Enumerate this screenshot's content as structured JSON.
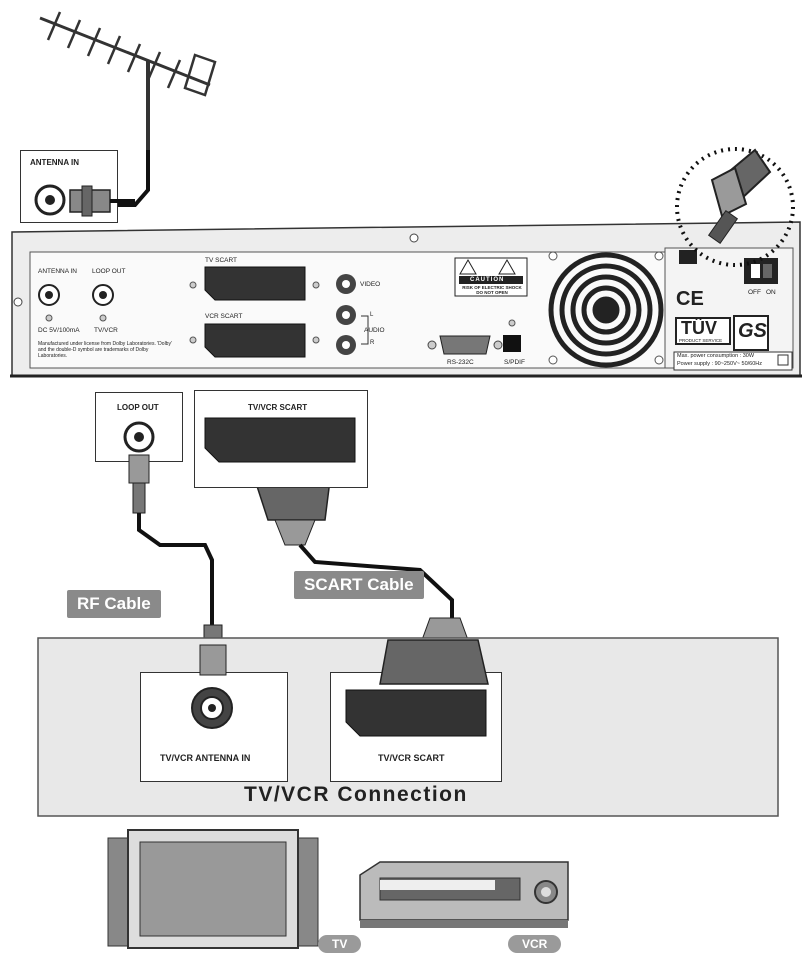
{
  "antenna_box": {
    "label": "ANTENNA IN"
  },
  "panel": {
    "antenna_in": "ANTENNA IN",
    "loop_out": "LOOP OUT",
    "dc_power": "DC 5V/100mA",
    "tv_vcr": "TV/VCR",
    "dolby_note": "Manufactured under license from Dolby Laboratories. 'Dolby' and the double-D symbol are trademarks of Dolby Laboratories.",
    "tv_scart": "TV SCART",
    "vcr_scart": "VCR SCART",
    "video": "VIDEO",
    "audio": "AUDIO",
    "audio_l": "L",
    "audio_r": "R",
    "caution_title": "CAUTION",
    "caution_text": "RISK OF ELECTRIC SHOCK DO NOT OPEN",
    "rs232c": "RS-232C",
    "spdif": "S/PDIF",
    "ce_mark": "CE",
    "tuv": "TÜV",
    "tuv_sub": "PRODUCT SERVICE",
    "gs": "GS",
    "power_consumption": "Max. power consumption : 30W",
    "power_supply": "Power supply : 90~250V~ 50/60Hz",
    "switch_off": "OFF",
    "switch_on": "ON"
  },
  "loop_out_box": {
    "label": "LOOP OUT"
  },
  "tvvcr_scart_box": {
    "label": "TV/VCR SCART"
  },
  "rf_cable": {
    "label": "RF Cable"
  },
  "scart_cable": {
    "label": "SCART Cable"
  },
  "connection": {
    "title": "TV/VCR Connection",
    "antenna_in_label": "TV/VCR ANTENNA IN",
    "scart_label": "TV/VCR SCART"
  },
  "devices": {
    "tv": "TV",
    "vcr": "VCR"
  }
}
